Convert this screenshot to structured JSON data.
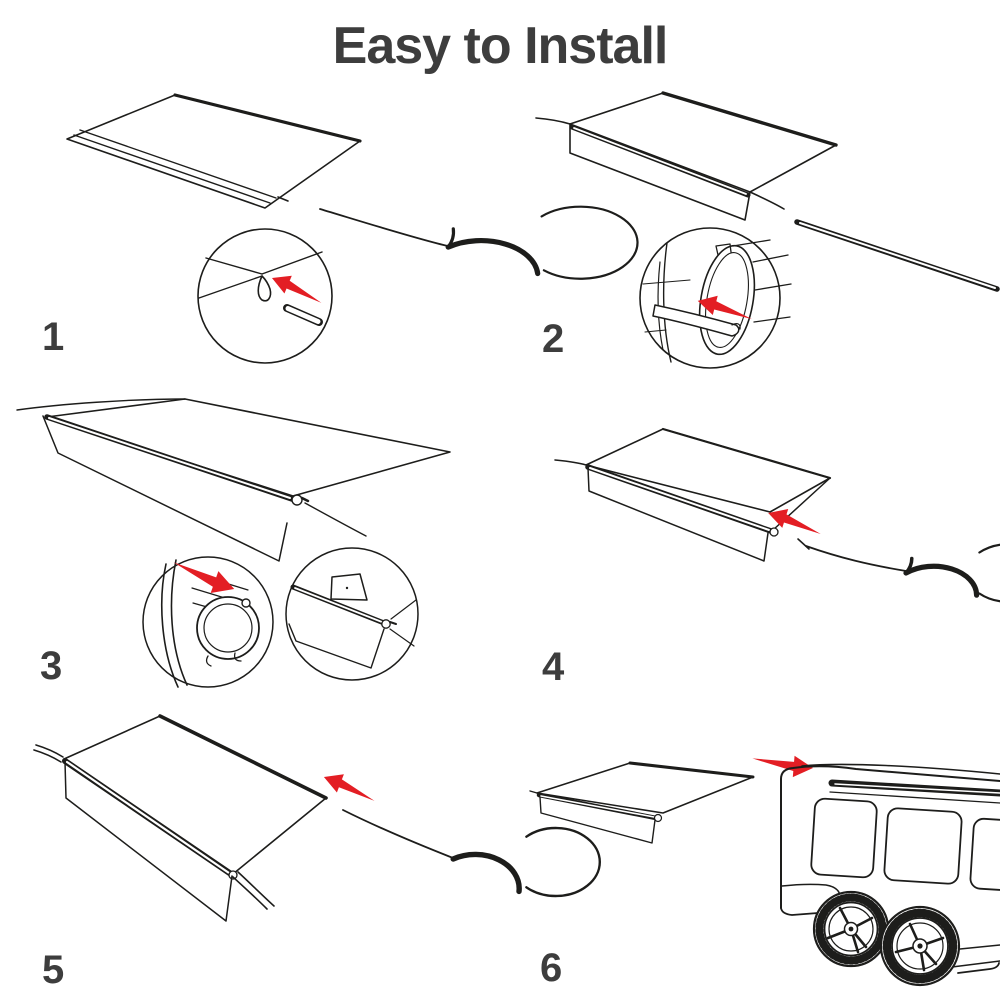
{
  "title": "Easy to Install",
  "colors": {
    "accent": "#e31e24",
    "ink": "#1d1d1b",
    "text": "#3d3d3d",
    "background": "#ffffff"
  },
  "steps": [
    {
      "number": "1"
    },
    {
      "number": "2"
    },
    {
      "number": "3"
    },
    {
      "number": "4"
    },
    {
      "number": "5"
    },
    {
      "number": "6"
    }
  ]
}
